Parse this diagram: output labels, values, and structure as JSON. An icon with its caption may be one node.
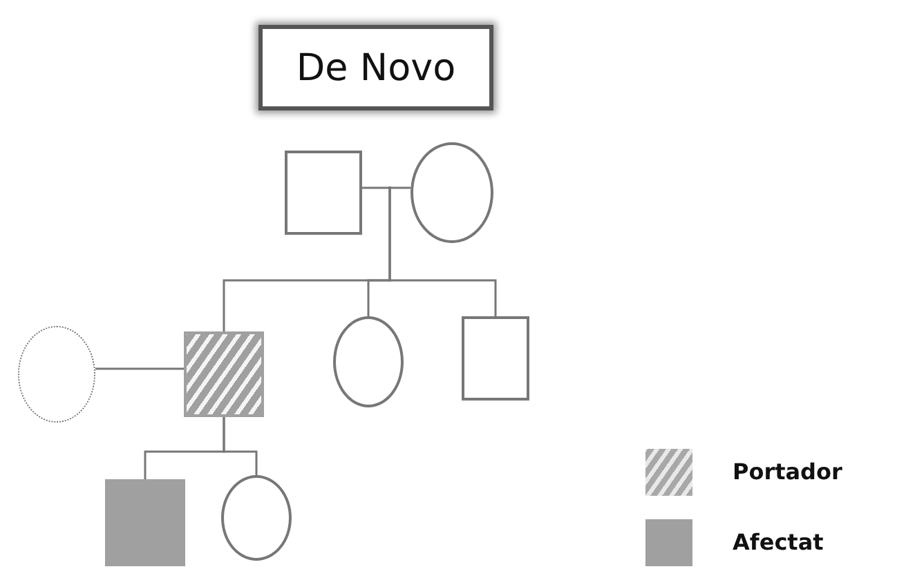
{
  "diagram": {
    "title": "De Novo",
    "nodes": [
      {
        "text": [],
        "shape": "box"
      },
      {
        "text": [],
        "shape": "circle"
      },
      {
        "text": [],
        "shape": "circle"
      },
      {
        "text": [],
        "shape": "box"
      },
      {
        "text": [],
        "shape": "circle"
      },
      {
        "text": [],
        "shape": "box"
      },
      {
        "text": [],
        "shape": "box"
      },
      {
        "text": [],
        "shape": "circle"
      }
    ],
    "edges": [
      {
        "from": 0,
        "to": 1,
        "arrow": "none"
      },
      {
        "from": null,
        "to": 3,
        "arrow": "none"
      },
      {
        "from": null,
        "to": 4,
        "arrow": "none"
      },
      {
        "from": null,
        "to": 5,
        "arrow": "none"
      },
      {
        "from": 2,
        "to": 3,
        "arrow": "none"
      },
      {
        "from": 3,
        "to": 6,
        "arrow": "none"
      },
      {
        "from": 3,
        "to": 7,
        "arrow": "none"
      }
    ],
    "legend": [
      {
        "text": "Portador"
      },
      {
        "text": "Afectat",
        "color": "#a0a0a0"
      }
    ]
  }
}
